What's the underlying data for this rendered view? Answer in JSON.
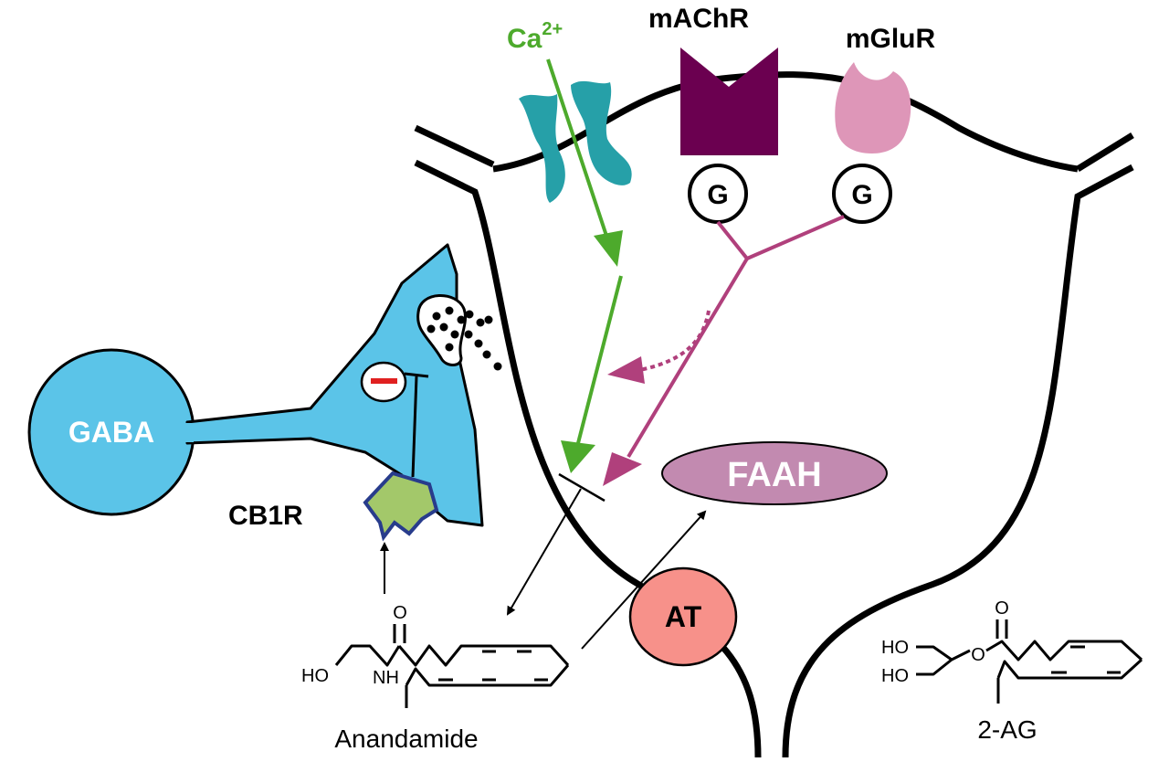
{
  "labels": {
    "ca": "Ca",
    "ca_superscript": "2+",
    "machr": "mAChR",
    "mglur": "mGluR",
    "g_protein_1": "G",
    "g_protein_2": "G",
    "gaba": "GABA",
    "cb1r": "CB1R",
    "faah": "FAAH",
    "at": "AT",
    "anandamide": "Anandamide",
    "two_ag": "2-AG"
  },
  "chem": {
    "anandamide_o": "O",
    "anandamide_ho": "HO",
    "anandamide_nh": "NH",
    "twoag_o_carbonyl": "O",
    "twoag_ho_top": "HO",
    "twoag_ho_bottom": "HO",
    "twoag_o_ester": "O"
  },
  "colors": {
    "gaba_neuron": "#5bc4e8",
    "calcium": "#4daa2c",
    "channel": "#26a0a8",
    "machr": "#6b0050",
    "mglur": "#de96b8",
    "signal": "#b0407c",
    "faah": "#c28ab0",
    "at": "#f7918a",
    "cb1r": "#a3c86a",
    "cb1r_border": "#283c8c",
    "inhibit": "#e02020"
  }
}
